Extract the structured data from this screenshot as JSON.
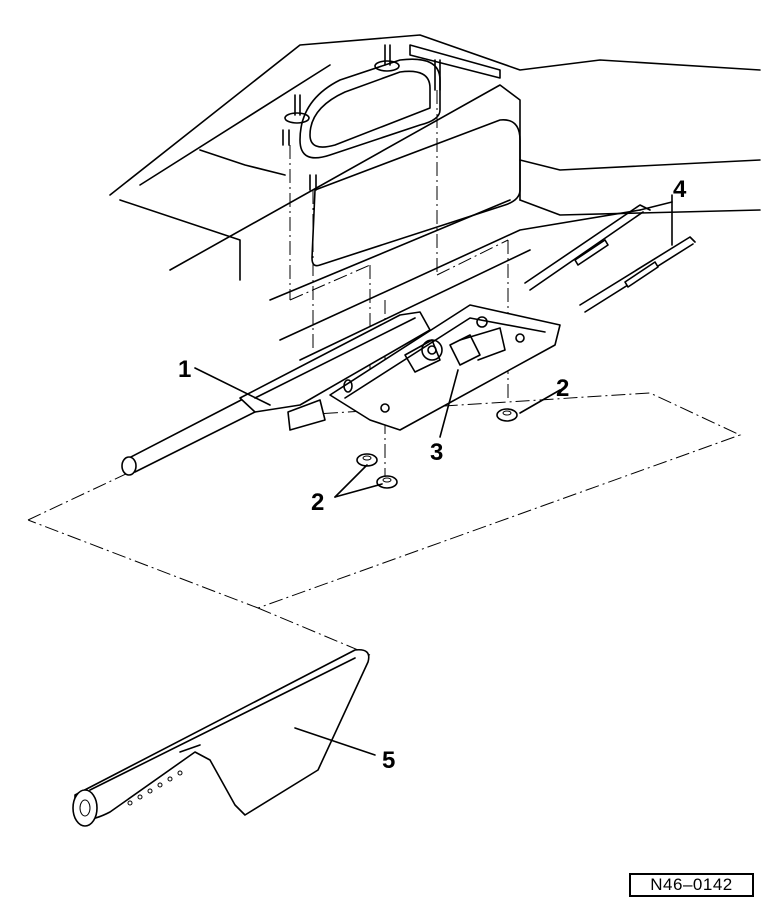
{
  "callouts": {
    "c1": "1",
    "c2a": "2",
    "c2b": "2",
    "c3": "3",
    "c4": "4",
    "c5": "5"
  },
  "reference_code": "N46–0142"
}
